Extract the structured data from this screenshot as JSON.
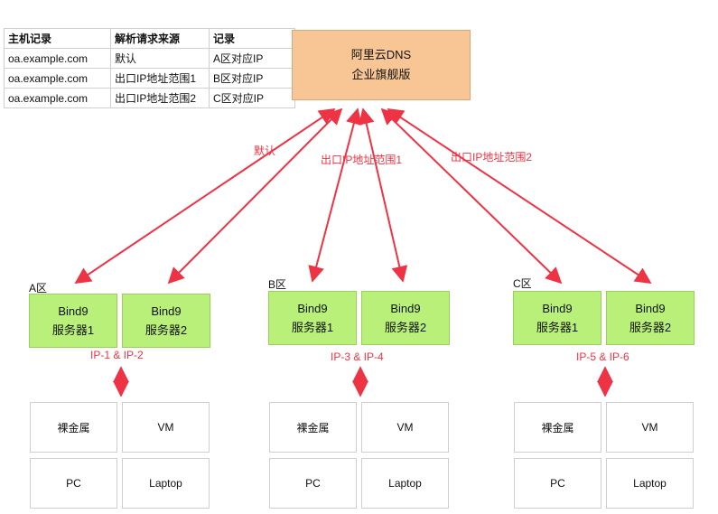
{
  "table": {
    "headers": [
      "主机记录",
      "解析请求来源",
      "记录"
    ],
    "rows": [
      [
        "oa.example.com",
        "默认",
        "A区对应IP"
      ],
      [
        "oa.example.com",
        "出口IP地址范围1",
        "B区对应IP"
      ],
      [
        "oa.example.com",
        "出口IP地址范围2",
        "C区对应IP"
      ]
    ]
  },
  "dns": {
    "line1": "阿里云DNS",
    "line2": "企业旗舰版"
  },
  "arrow_labels": {
    "default": "默认",
    "range1": "出口IP地址范围1",
    "range2": "出口IP地址范围2"
  },
  "zones": [
    {
      "label": "A区",
      "ip": "IP-1 & IP-2"
    },
    {
      "label": "B区",
      "ip": "IP-3 & IP-4"
    },
    {
      "label": "C区",
      "ip": "IP-5 & IP-6"
    }
  ],
  "server": {
    "name": "Bind9",
    "s1": "服务器1",
    "s2": "服务器2"
  },
  "devices": {
    "baremetal": "裸金属",
    "vm": "VM",
    "pc": "PC",
    "laptop": "Laptop"
  },
  "colors": {
    "arrow": "#ee3344",
    "dns_fill": "#f8c594",
    "bind_fill": "#b8f07a"
  }
}
